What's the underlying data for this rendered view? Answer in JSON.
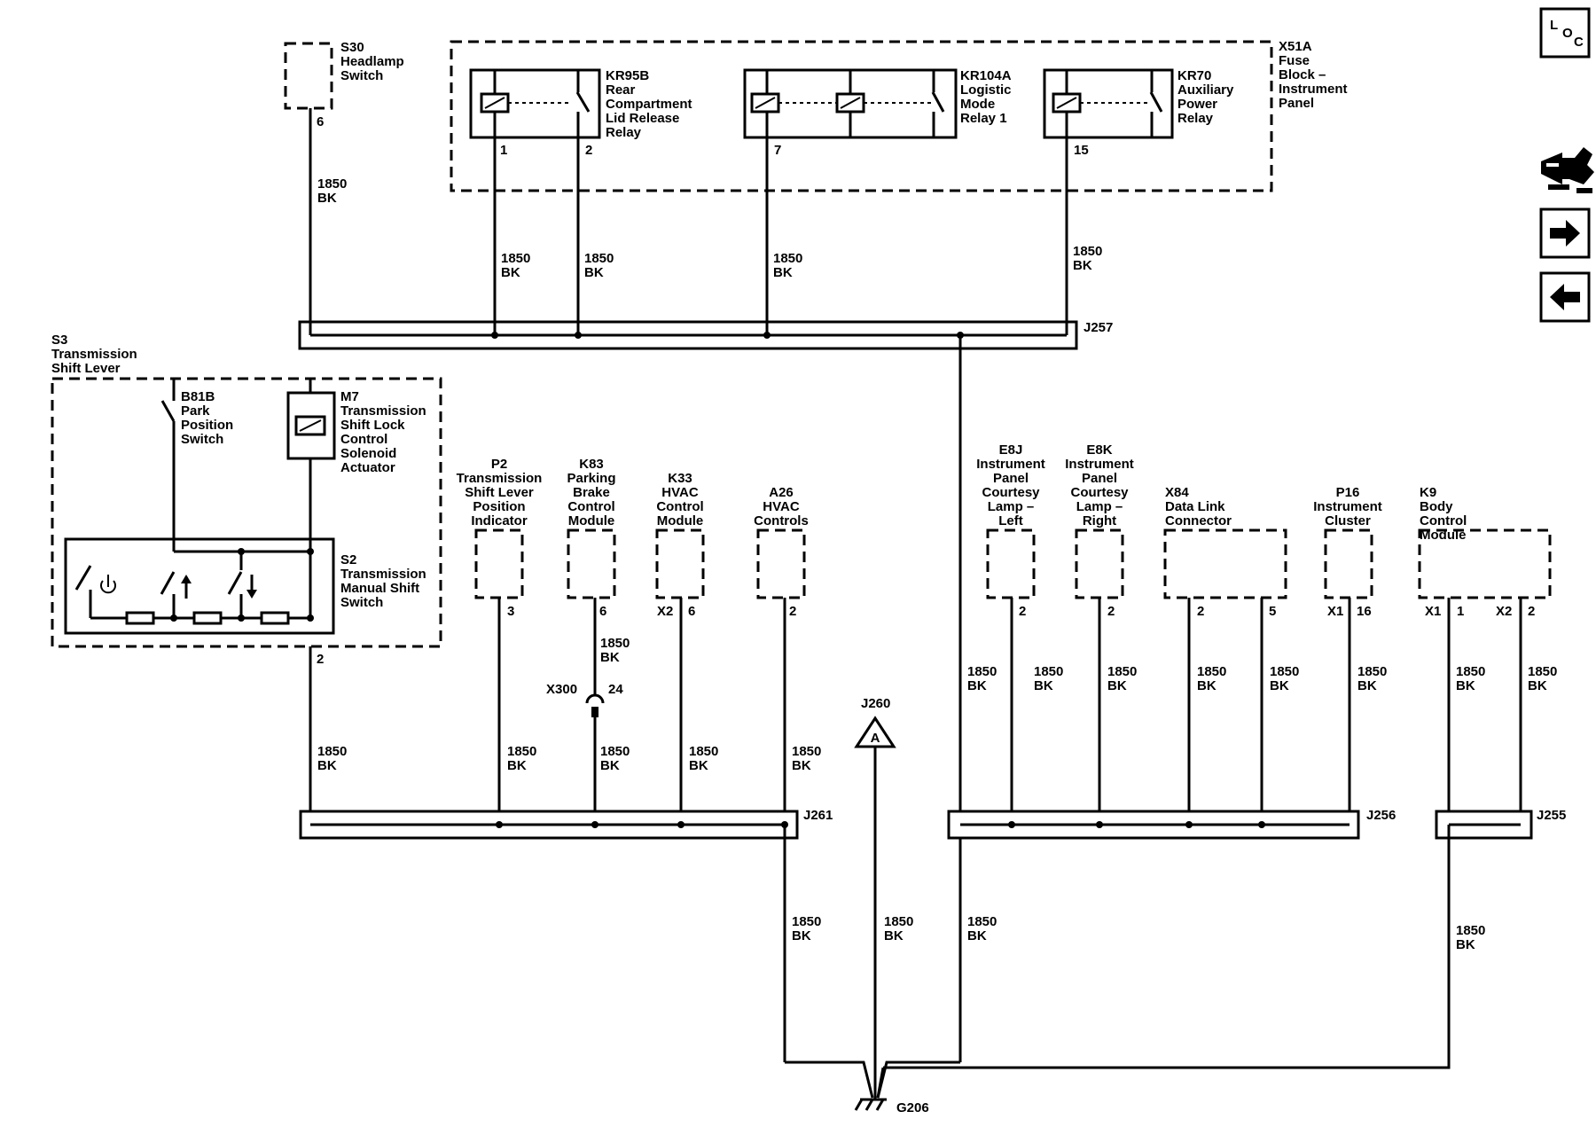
{
  "components": {
    "s30": {
      "id": "S30",
      "lines": [
        "Headlamp",
        "Switch"
      ],
      "pin": "6"
    },
    "x51a": {
      "id": "X51A",
      "lines": [
        "Fuse",
        "Block –",
        "Instrument",
        "Panel"
      ]
    },
    "kr95b": {
      "id": "KR95B",
      "lines": [
        "Rear",
        "Compartment",
        "Lid Release",
        "Relay"
      ],
      "pins": [
        "1",
        "2"
      ]
    },
    "kr104a": {
      "id": "KR104A",
      "lines": [
        "Logistic",
        "Mode",
        "Relay 1"
      ],
      "pin": "7"
    },
    "kr70": {
      "id": "KR70",
      "lines": [
        "Auxiliary",
        "Power",
        "Relay"
      ],
      "pin": "15"
    },
    "s3": {
      "id": "S3",
      "lines": [
        "Transmission",
        "Shift Lever"
      ]
    },
    "b81b": {
      "id": "B81B",
      "lines": [
        "Park",
        "Position",
        "Switch"
      ]
    },
    "m7": {
      "id": "M7",
      "lines": [
        "Transmission",
        "Shift Lock",
        "Control",
        "Solenoid",
        "Actuator"
      ]
    },
    "s2": {
      "id": "S2",
      "lines": [
        "Transmission",
        "Manual Shift",
        "Switch"
      ],
      "pin": "2"
    },
    "p2": {
      "id": "P2",
      "lines": [
        "Transmission",
        "Shift Lever",
        "Position",
        "Indicator"
      ],
      "pin": "3"
    },
    "k83": {
      "id": "K83",
      "lines": [
        "Parking",
        "Brake",
        "Control",
        "Module"
      ],
      "pin": "6"
    },
    "k33": {
      "id": "K33",
      "lines": [
        "HVAC",
        "Control",
        "Module"
      ],
      "conn": "X2",
      "pin": "6"
    },
    "a26": {
      "id": "A26",
      "lines": [
        "HVAC",
        "Controls"
      ],
      "pin": "2"
    },
    "e8j": {
      "id": "E8J",
      "lines": [
        "Instrument",
        "Panel",
        "Courtesy",
        "Lamp –",
        "Left"
      ],
      "pin": "2"
    },
    "e8k": {
      "id": "E8K",
      "lines": [
        "Instrument",
        "Panel",
        "Courtesy",
        "Lamp –",
        "Right"
      ],
      "pin": "2"
    },
    "x84": {
      "id": "X84",
      "lines": [
        "Data Link",
        "Connector"
      ],
      "pins": [
        "2",
        "5"
      ]
    },
    "p16": {
      "id": "P16",
      "lines": [
        "Instrument",
        "Cluster"
      ],
      "conn": "X1",
      "pin": "16"
    },
    "k9": {
      "id": "K9",
      "lines": [
        "Body",
        "Control",
        "Module"
      ],
      "conn1": "X1",
      "pin1": "1",
      "conn2": "X2",
      "pin2": "2"
    }
  },
  "wire": {
    "circuit": "1850",
    "color": "BK"
  },
  "splices": {
    "j257": "J257",
    "j261": "J261",
    "j256": "J256",
    "j255": "J255",
    "j260": "J260",
    "j260_ref": "A"
  },
  "inline_connector": {
    "id": "X300",
    "pin": "24"
  },
  "ground": {
    "id": "G206"
  },
  "nav": {
    "loc_letters": [
      "L",
      "O",
      "C"
    ]
  },
  "icons": [
    "location-icon",
    "connector-view-icon",
    "next-arrow-icon",
    "back-arrow-icon",
    "ground-icon"
  ]
}
